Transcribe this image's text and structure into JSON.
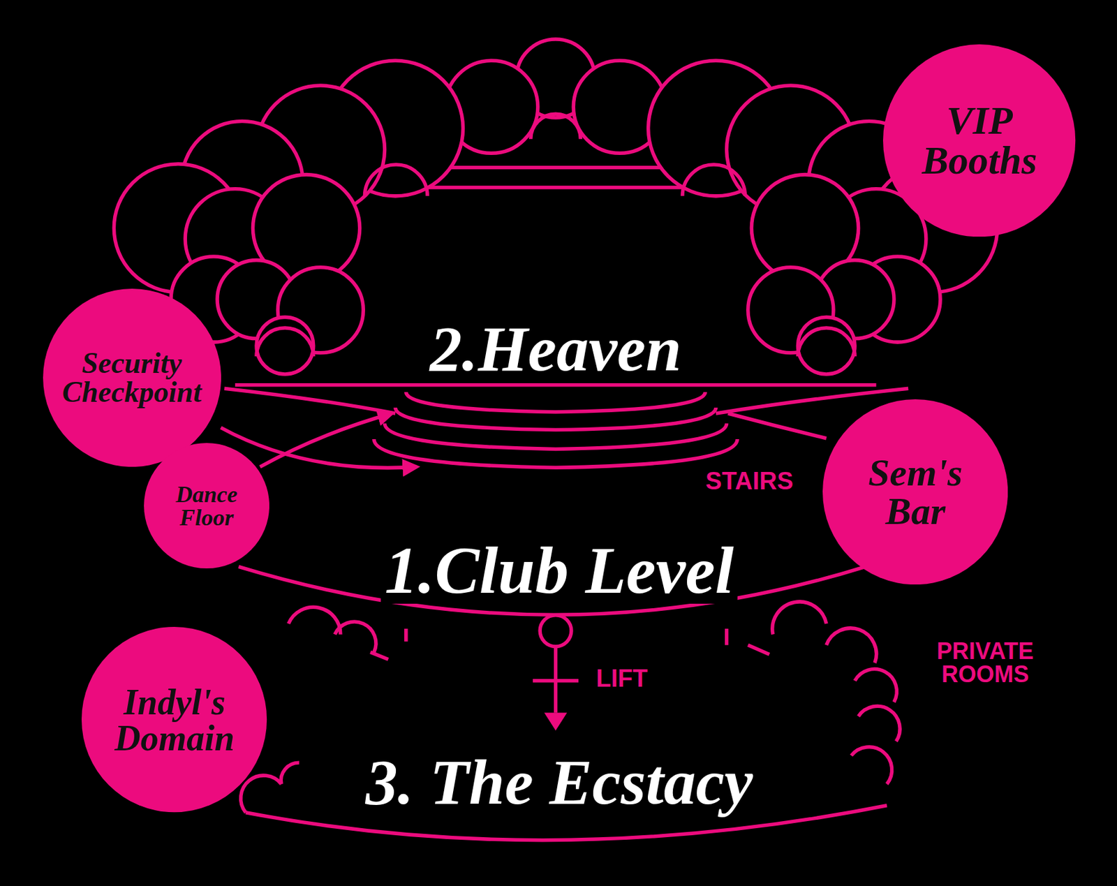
{
  "diagram": {
    "nodes": [
      {
        "text": [
          "VIP Booths"
        ]
      },
      {
        "text": [
          "Security Checkpoint"
        ]
      },
      {
        "text": [
          "Dance Floor"
        ]
      },
      {
        "text": [
          "Sem's Bar"
        ]
      },
      {
        "text": [
          "Indyl's Domain"
        ]
      }
    ],
    "labels": [
      "2.Heaven",
      "STAIRS",
      "1.Club Level",
      "LIFT",
      "PRIVATE ROOMS",
      "3. The Ecstacy"
    ]
  }
}
